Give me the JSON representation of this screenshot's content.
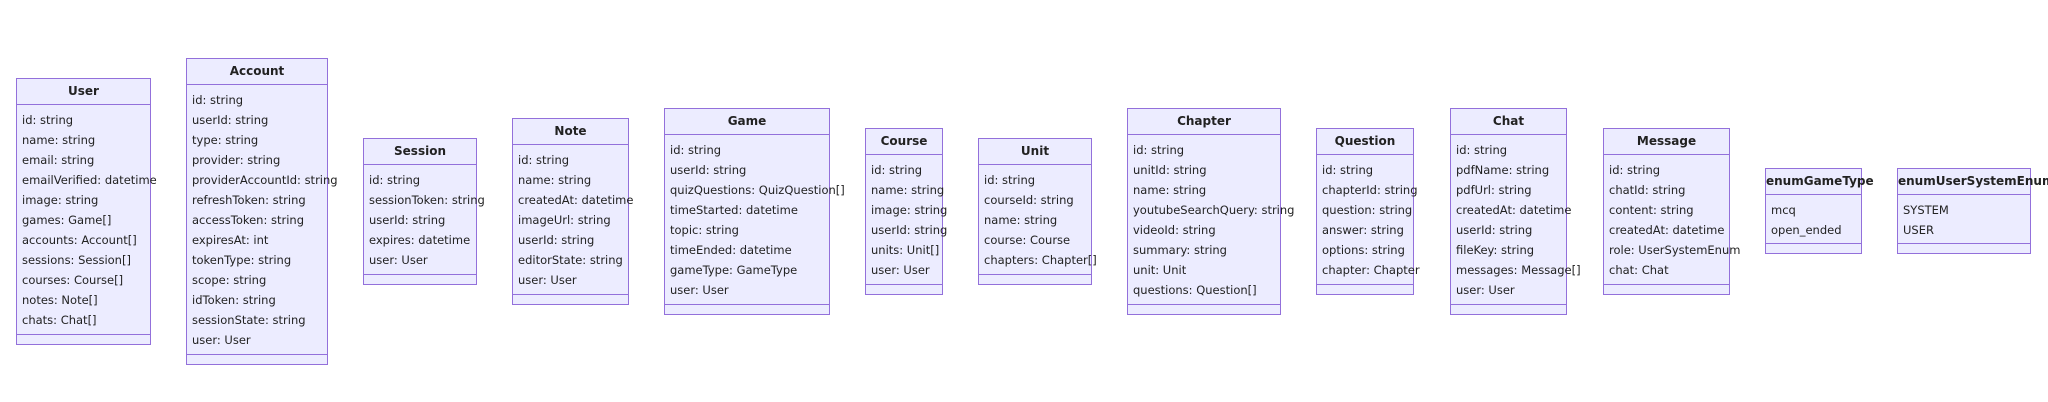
{
  "classes": [
    {
      "name": "User",
      "attrs": [
        "id: string",
        "name: string",
        "email: string",
        "emailVerified: datetime",
        "image: string",
        "games: Game[]",
        "accounts: Account[]",
        "sessions: Session[]",
        "courses: Course[]",
        "notes: Note[]",
        "chats: Chat[]"
      ]
    },
    {
      "name": "Account",
      "attrs": [
        "id: string",
        "userId: string",
        "type: string",
        "provider: string",
        "providerAccountId: string",
        "refreshToken: string",
        "accessToken: string",
        "expiresAt: int",
        "tokenType: string",
        "scope: string",
        "idToken: string",
        "sessionState: string",
        "user: User"
      ]
    },
    {
      "name": "Session",
      "attrs": [
        "id: string",
        "sessionToken: string",
        "userId: string",
        "expires: datetime",
        "user: User"
      ]
    },
    {
      "name": "Note",
      "attrs": [
        "id: string",
        "name: string",
        "createdAt: datetime",
        "imageUrl: string",
        "userId: string",
        "editorState: string",
        "user: User"
      ]
    },
    {
      "name": "Game",
      "attrs": [
        "id: string",
        "userId: string",
        "quizQuestions: QuizQuestion[]",
        "timeStarted: datetime",
        "topic: string",
        "timeEnded: datetime",
        "gameType: GameType",
        "user: User"
      ]
    },
    {
      "name": "Course",
      "attrs": [
        "id: string",
        "name: string",
        "image: string",
        "userId: string",
        "units: Unit[]",
        "user: User"
      ]
    },
    {
      "name": "Unit",
      "attrs": [
        "id: string",
        "courseId: string",
        "name: string",
        "course: Course",
        "chapters: Chapter[]"
      ]
    },
    {
      "name": "Chapter",
      "attrs": [
        "id: string",
        "unitId: string",
        "name: string",
        "youtubeSearchQuery: string",
        "videoId: string",
        "summary: string",
        "unit: Unit",
        "questions: Question[]"
      ]
    },
    {
      "name": "Question",
      "attrs": [
        "id: string",
        "chapterId: string",
        "question: string",
        "answer: string",
        "options: string",
        "chapter: Chapter"
      ]
    },
    {
      "name": "Chat",
      "attrs": [
        "id: string",
        "pdfName: string",
        "pdfUrl: string",
        "createdAt: datetime",
        "userId: string",
        "fileKey: string",
        "messages: Message[]",
        "user: User"
      ]
    },
    {
      "name": "Message",
      "attrs": [
        "id: string",
        "chatId: string",
        "content: string",
        "createdAt: datetime",
        "role: UserSystemEnum",
        "chat: Chat"
      ]
    },
    {
      "name": "enumGameType",
      "attrs": [
        "mcq",
        "open_ended"
      ]
    },
    {
      "name": "enumUserSystemEnum",
      "attrs": [
        "SYSTEM",
        "USER"
      ]
    }
  ]
}
